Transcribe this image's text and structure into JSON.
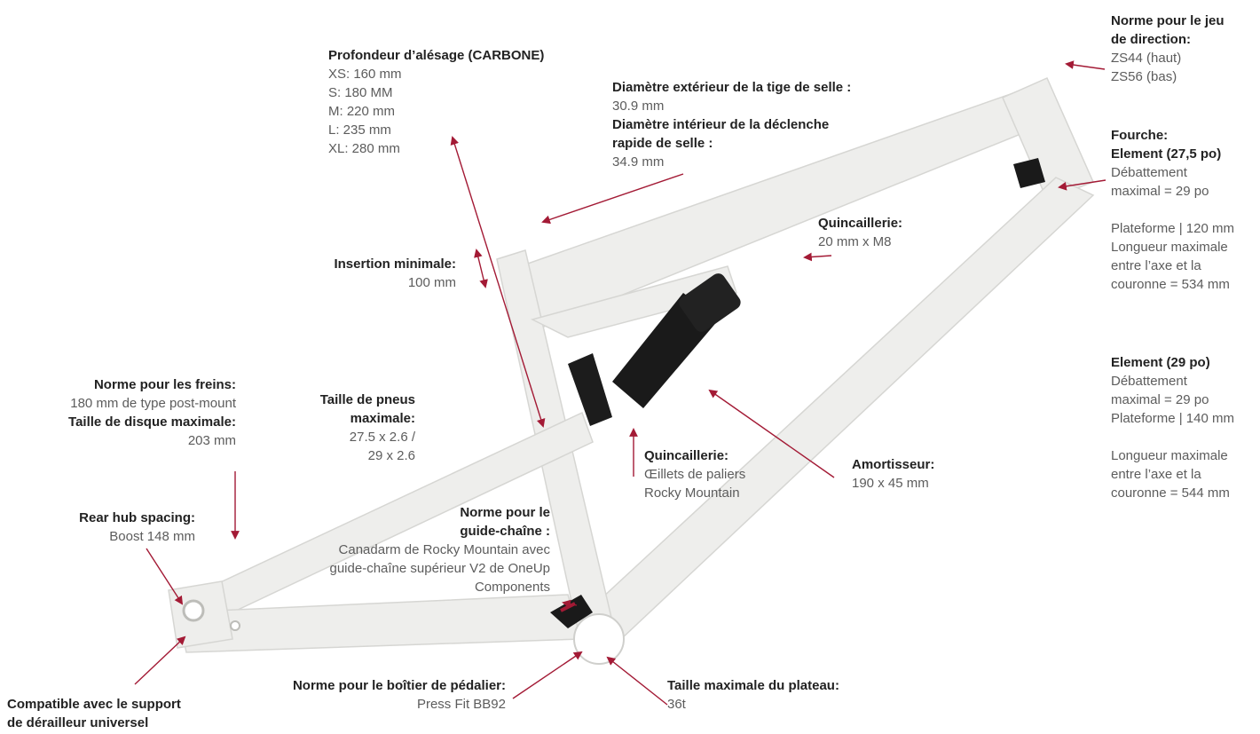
{
  "colors": {
    "arrow": "#a31a35",
    "frame": "#eeeeec",
    "frame_shadow": "#cfcfcc",
    "shock": "#1a1a1a"
  },
  "labels": {
    "alesage": {
      "title": "Profondeur d’alésage (CARBONE)",
      "lines": [
        "XS: 160 mm",
        "S: 180 MM",
        "M: 220 mm",
        "L: 235 mm",
        "XL: 280 mm"
      ]
    },
    "tige": {
      "title": "Diamètre extérieur de la tige de selle :",
      "value": "30.9 mm",
      "title2a": "Diamètre intérieur de la déclenche",
      "title2b": "rapide de selle :",
      "value2": "34.9 mm"
    },
    "jeu": {
      "title_a": "Norme pour le jeu",
      "title_b": "de direction:",
      "line1": "ZS44 (haut)",
      "line2": "ZS56 (bas)"
    },
    "fourche": {
      "title": "Fourche:",
      "e275_title": "Element (27,5 po)",
      "e275_lines": [
        "Débattement",
        "maximal = 29 po",
        "",
        "Plateforme | 120 mm",
        "Longueur maximale",
        "entre l’axe et la",
        "couronne = 534 mm"
      ],
      "e29_title": "Element (29 po)",
      "e29_lines": [
        "Débattement",
        "maximal = 29 po",
        "Plateforme | 140 mm",
        "",
        "Longueur maximale",
        "entre l’axe et la",
        "couronne = 544 mm"
      ]
    },
    "quinc1": {
      "title": "Quincaillerie:",
      "value": "20 mm x M8"
    },
    "insertion": {
      "title": "Insertion minimale:",
      "value": "100 mm"
    },
    "freins": {
      "title": "Norme pour les freins:",
      "value": "180 mm de type post-mount",
      "title2": "Taille de disque maximale:",
      "value2": "203 mm"
    },
    "pneus": {
      "title_a": "Taille de pneus",
      "title_b": "maximale:",
      "line1": "27.5 x 2.6 /",
      "line2": "29 x 2.6"
    },
    "quinc2": {
      "title": "Quincaillerie:",
      "line1": "Œillets de paliers",
      "line2": "Rocky Mountain"
    },
    "amort": {
      "title": "Amortisseur:",
      "value": "190 x 45 mm"
    },
    "moyeu": {
      "title": "Rear hub spacing:",
      "value": "Boost 148 mm"
    },
    "guide": {
      "title_a": "Norme pour le",
      "title_b": "guide-chaîne :",
      "line1": "Canadarm de Rocky Mountain avec",
      "line2": "guide-chaîne supérieur V2 de OneUp",
      "line3": "Components"
    },
    "derailleur": {
      "title_a": "Compatible avec le support",
      "title_b": "de dérailleur universel"
    },
    "boitier": {
      "title": "Norme pour le boîtier de pédalier:",
      "value": "Press Fit BB92"
    },
    "plateau": {
      "title": "Taille maximale du plateau:",
      "value": "36t"
    }
  }
}
